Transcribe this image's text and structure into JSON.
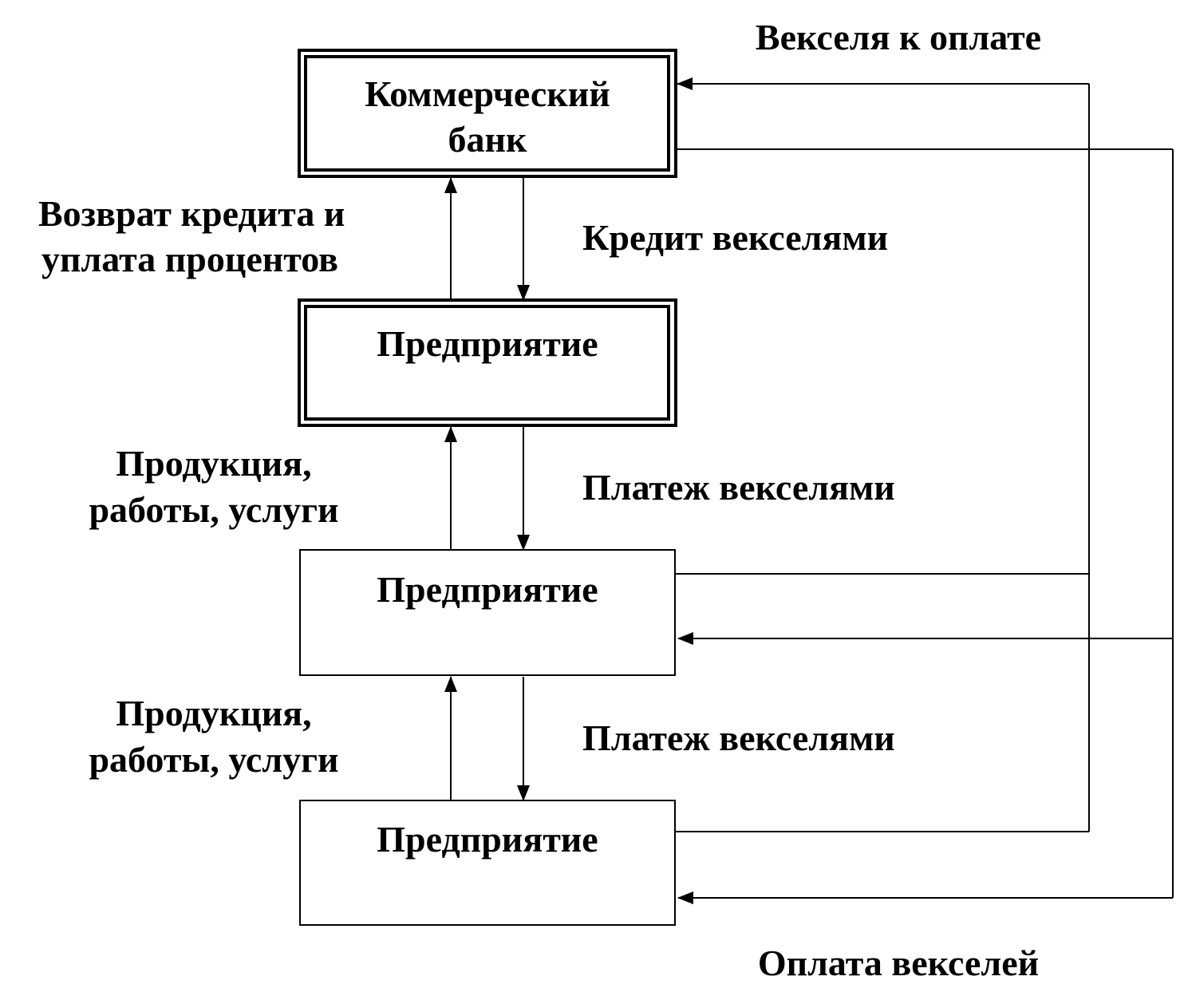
{
  "nodes": {
    "bank": {
      "line1": "Коммерческий",
      "line2": "банк"
    },
    "enterprise1": {
      "label": "Предприятие"
    },
    "enterprise2": {
      "label": "Предприятие"
    },
    "enterprise3": {
      "label": "Предприятие"
    }
  },
  "edges": {
    "bills_to_payment": "Векселя к оплате",
    "repayment_line1": "Возврат кредита и",
    "repayment_line2": "уплата процентов",
    "credit_bills": "Кредит векселями",
    "products1_line1": "Продукция,",
    "products1_line2": "работы, услуги",
    "payment_bills1": "Платеж векселями",
    "products2_line1": "Продукция,",
    "products2_line2": "работы, услуги",
    "payment_bills2": "Платеж векселями",
    "bills_payment": "Оплата векселей"
  }
}
